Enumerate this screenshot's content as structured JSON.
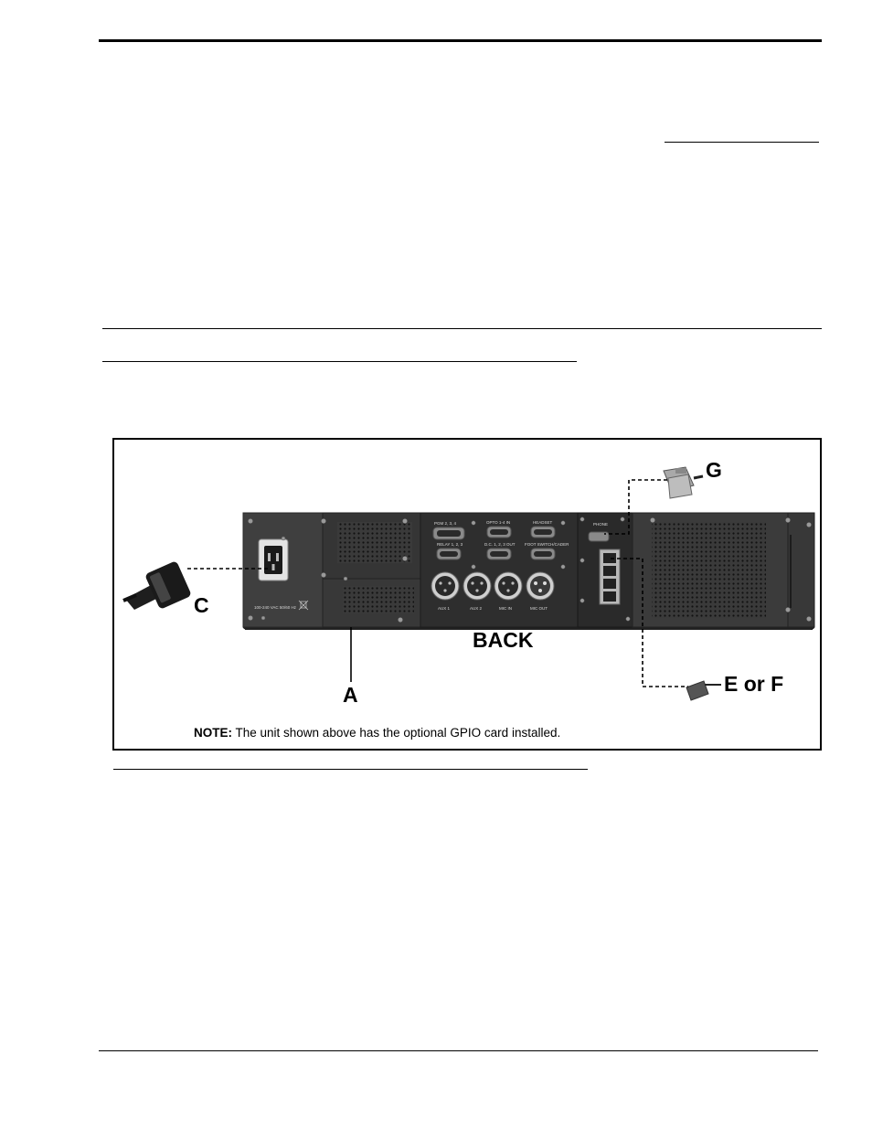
{
  "figure": {
    "callouts": {
      "g": "G",
      "c": "C",
      "a": "A",
      "e_or_f": "E or F"
    },
    "view_label": "BACK",
    "note": {
      "prefix": "NOTE:",
      "text": " The unit shown above  has the optional GPIO card installed."
    },
    "port_labels": {
      "pgm1": "PGM 2, 3, 4",
      "opto": "OPTO 1-4 IN",
      "header": "HEADSET",
      "relay": "RELAY 1, 2, 3",
      "dc": "D.C. 1, 2, 3 OUT",
      "foot": "FOOT SWITCH/CADER",
      "aux1": "AUX 1",
      "aux2": "AUX 2",
      "micin": "MIC IN",
      "micout": "MIC OUT",
      "power": "100-240 VAC  50/60 Hz",
      "phone": "PHONE"
    }
  },
  "colors": {
    "chassis": "#3b3b3b",
    "panel": "#2e2e2e",
    "grille": "#1c1c1c",
    "connector": "#c9c9c9",
    "cable": "#222222"
  }
}
